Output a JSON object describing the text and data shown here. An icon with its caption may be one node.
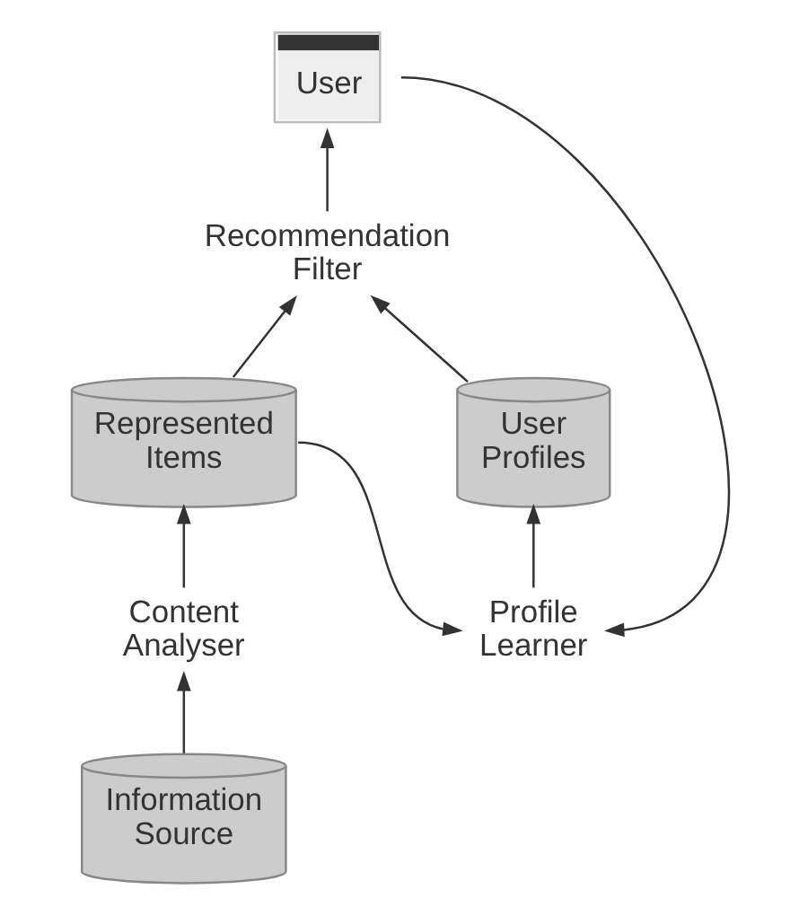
{
  "diagram": {
    "nodes": [
      {
        "text": [
          "User"
        ]
      },
      {
        "text": [
          "Recommendation Filter"
        ]
      },
      {
        "text": [
          "Represented Items"
        ]
      },
      {
        "text": [
          "User Profiles"
        ]
      },
      {
        "text": [
          "Content Analyser"
        ]
      },
      {
        "text": [
          "Profile Learner"
        ]
      },
      {
        "text": [
          "Information Source"
        ]
      }
    ],
    "edges": [
      {
        "from": 1,
        "to": 0,
        "arrow": "to"
      },
      {
        "from": 0,
        "to": 5,
        "arrow": "to"
      },
      {
        "from": 2,
        "to": 1,
        "arrow": "to"
      },
      {
        "from": 3,
        "to": 1,
        "arrow": "to"
      },
      {
        "from": 2,
        "to": 5,
        "arrow": "to"
      },
      {
        "from": 4,
        "to": 2,
        "arrow": "to"
      },
      {
        "from": 5,
        "to": 3,
        "arrow": "to"
      },
      {
        "from": 6,
        "to": 4,
        "arrow": "to"
      }
    ]
  }
}
